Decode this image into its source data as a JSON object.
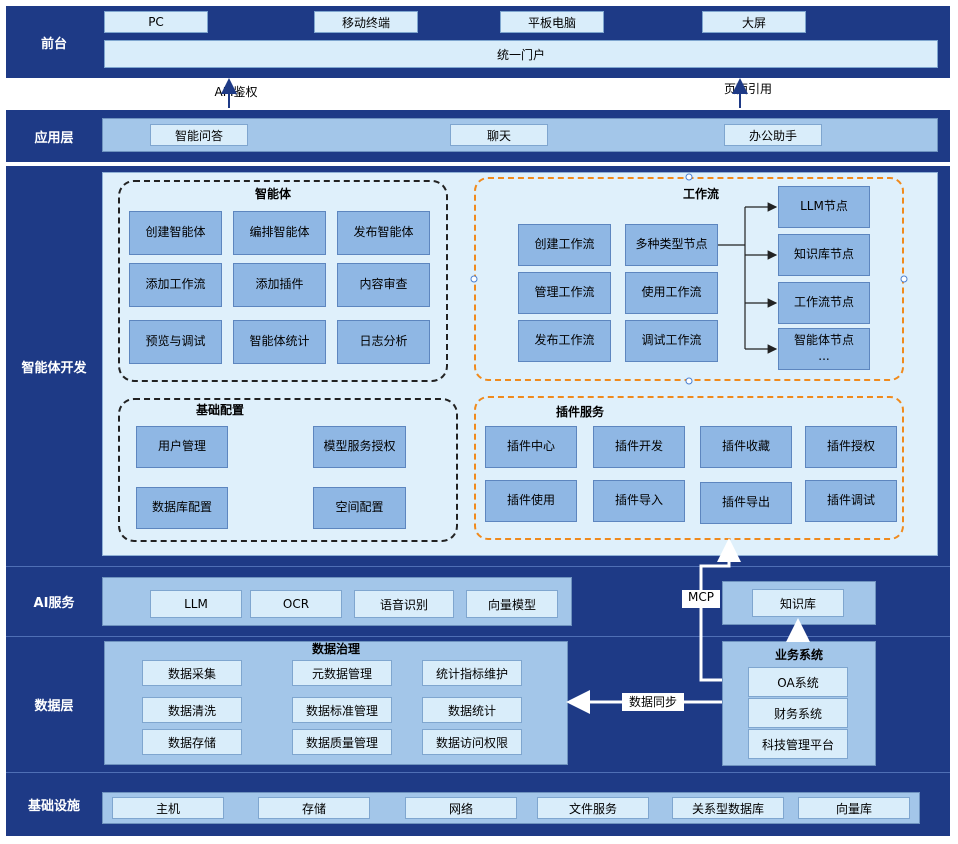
{
  "layers": {
    "frontend": "前台",
    "app": "应用层",
    "agent_dev": "智能体开发",
    "ai": "AI服务",
    "data": "数据层",
    "infra": "基础设施"
  },
  "frontend": {
    "devices": [
      "PC",
      "移动终端",
      "平板电脑",
      "大屏"
    ],
    "portal": "统一门户"
  },
  "links": {
    "api_auth": "API鉴权",
    "page_ref": "页面引用",
    "mcp": "MCP",
    "data_sync": "数据同步"
  },
  "app": {
    "items": [
      "智能问答",
      "聊天",
      "办公助手"
    ]
  },
  "agent": {
    "title": "智能体",
    "items": [
      "创建智能体",
      "编排智能体",
      "发布智能体",
      "添加工作流",
      "添加插件",
      "内容审查",
      "预览与调试",
      "智能体统计",
      "日志分析"
    ]
  },
  "workflow": {
    "title": "工作流",
    "left": [
      "创建工作流",
      "管理工作流",
      "发布工作流"
    ],
    "mid": [
      "多种类型节点",
      "使用工作流",
      "调试工作流"
    ],
    "nodes": [
      "LLM节点",
      "知识库节点",
      "工作流节点",
      "智能体节点\n..."
    ]
  },
  "config": {
    "title": "基础配置",
    "items": [
      "用户管理",
      "模型服务授权",
      "数据库配置",
      "空间配置"
    ]
  },
  "plugin": {
    "title": "插件服务",
    "items": [
      "插件中心",
      "插件开发",
      "插件收藏",
      "插件授权",
      "插件使用",
      "插件导入",
      "插件导出",
      "插件调试"
    ]
  },
  "ai": {
    "items": [
      "LLM",
      "OCR",
      "语音识别",
      "向量模型"
    ]
  },
  "knowledge": "知识库",
  "governance": {
    "title": "数据治理",
    "items": [
      "数据采集",
      "元数据管理",
      "统计指标维护",
      "数据清洗",
      "数据标准管理",
      "数据统计",
      "数据存储",
      "数据质量管理",
      "数据访问权限"
    ]
  },
  "business": {
    "title": "业务系统",
    "items": [
      "OA系统",
      "财务系统",
      "科技管理平台"
    ]
  },
  "infra": {
    "items": [
      "主机",
      "存储",
      "网络",
      "文件服务",
      "关系型数据库",
      "向量库"
    ]
  }
}
